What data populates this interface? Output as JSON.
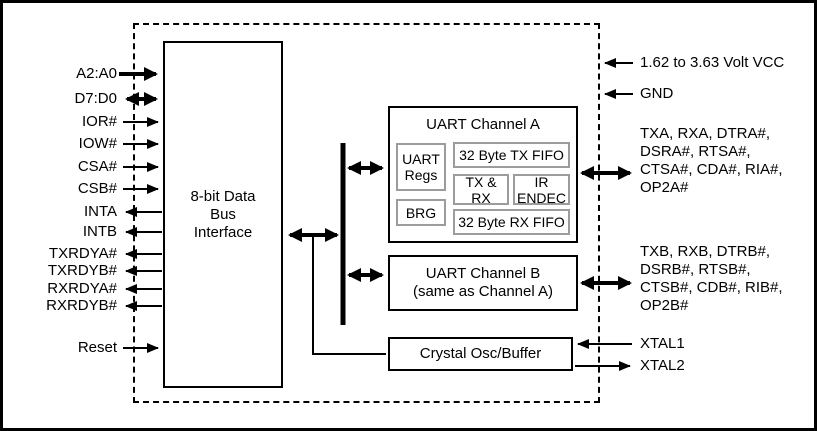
{
  "diagram": {
    "left_pins": [
      {
        "label": "A2:A0",
        "dir": "in",
        "bus": true
      },
      {
        "label": "D7:D0",
        "dir": "bidir",
        "bus": true
      },
      {
        "label": "IOR#",
        "dir": "in"
      },
      {
        "label": "IOW#",
        "dir": "in"
      },
      {
        "label": "CSA#",
        "dir": "in"
      },
      {
        "label": "CSB#",
        "dir": "in"
      },
      {
        "label": "INTA",
        "dir": "out"
      },
      {
        "label": "INTB",
        "dir": "out"
      },
      {
        "label": "TXRDYA#",
        "dir": "out"
      },
      {
        "label": "TXRDYB#",
        "dir": "out"
      },
      {
        "label": "RXRDYA#",
        "dir": "out"
      },
      {
        "label": "RXRDYB#",
        "dir": "out"
      },
      {
        "label": "Reset",
        "dir": "in"
      }
    ],
    "blocks": {
      "data_bus_interface": "8-bit Data Bus Interface",
      "uart_channel_a": {
        "title": "UART Channel A",
        "uart_regs": "UART Regs",
        "tx_fifo": "32 Byte TX FIFO",
        "tx_rx": "TX & RX",
        "ir_endec": "IR ENDEC",
        "brg": "BRG",
        "rx_fifo": "32 Byte RX FIFO"
      },
      "uart_channel_b": {
        "line1": "UART Channel B",
        "line2": "(same as Channel A)"
      },
      "crystal_osc": "Crystal Osc/Buffer"
    },
    "right_pins": {
      "vcc": {
        "label": "1.62 to 3.63 Volt VCC",
        "dir": "in"
      },
      "gnd": {
        "label": "GND",
        "dir": "in"
      },
      "channel_a_signals": {
        "dir": "bidir",
        "lines": [
          "TXA, RXA, DTRA#,",
          "DSRA#, RTSA#,",
          "CTSA#, CDA#, RIA#,",
          "OP2A#"
        ]
      },
      "channel_b_signals": {
        "dir": "bidir",
        "lines": [
          "TXB, RXB, DTRB#,",
          "DSRB#, RTSB#,",
          "CTSB#, CDB#, RIB#,",
          "OP2B#"
        ]
      },
      "xtal1": {
        "label": "XTAL1",
        "dir": "in"
      },
      "xtal2": {
        "label": "XTAL2",
        "dir": "out"
      }
    }
  }
}
